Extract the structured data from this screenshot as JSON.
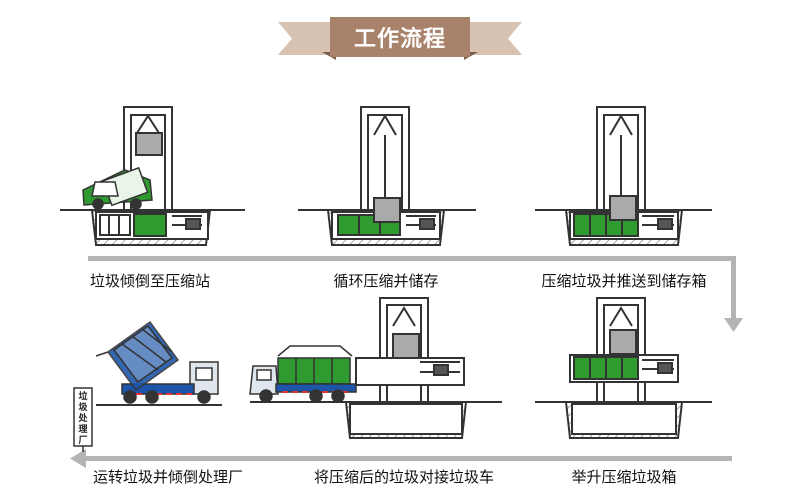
{
  "header": {
    "title": "工作流程"
  },
  "steps": [
    {
      "id": 1,
      "label": "垃圾倾倒至压缩站"
    },
    {
      "id": 2,
      "label": "循环压缩并储存"
    },
    {
      "id": 3,
      "label": "压缩垃圾并推送到储存箱"
    },
    {
      "id": 4,
      "label": "举升压缩垃圾箱"
    },
    {
      "id": 5,
      "label": "将压缩后的垃圾对接垃圾车"
    },
    {
      "id": 6,
      "label": "运转垃圾并倾倒处理厂"
    }
  ],
  "signpost": {
    "text": "垃圾处理厂"
  },
  "colors": {
    "banner": "#a8826a",
    "ribbon": "#d8c2b1",
    "arrow": "#b4b4b4",
    "green_waste": "#2f9a2f",
    "truck_blue": "#1d56a8",
    "frame": "#333333"
  }
}
